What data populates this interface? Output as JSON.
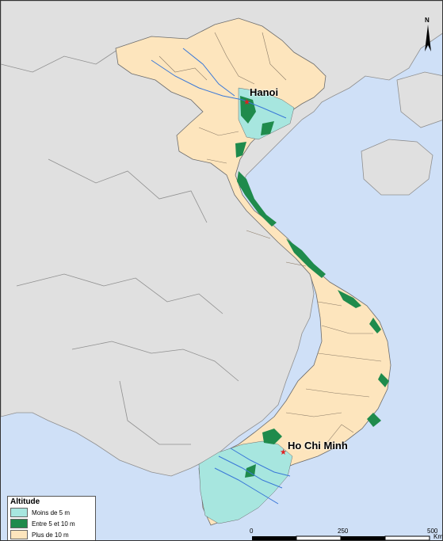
{
  "map": {
    "cities": [
      {
        "name": "Hanoi"
      },
      {
        "name": "Ho Chi Minh"
      }
    ],
    "north_label": "N",
    "colors": {
      "sea": "#cfe0f7",
      "land_other": "#e0e0e0",
      "vietnam": "#fde5bd",
      "low": "#a7e6df",
      "mid": "#1f8b4c",
      "city_star": "#e02020",
      "river": "#3a78d8"
    }
  },
  "legend": {
    "title": "Altitude",
    "items": [
      {
        "label": "Moins de 5 m",
        "color": "#a7e6df"
      },
      {
        "label": "Entre 5 et 10 m",
        "color": "#1f8b4c"
      },
      {
        "label": "Plus de 10 m",
        "color": "#fde5bd"
      }
    ]
  },
  "scale": {
    "ticks": [
      "0",
      "250",
      "500"
    ],
    "unit": "Km"
  }
}
